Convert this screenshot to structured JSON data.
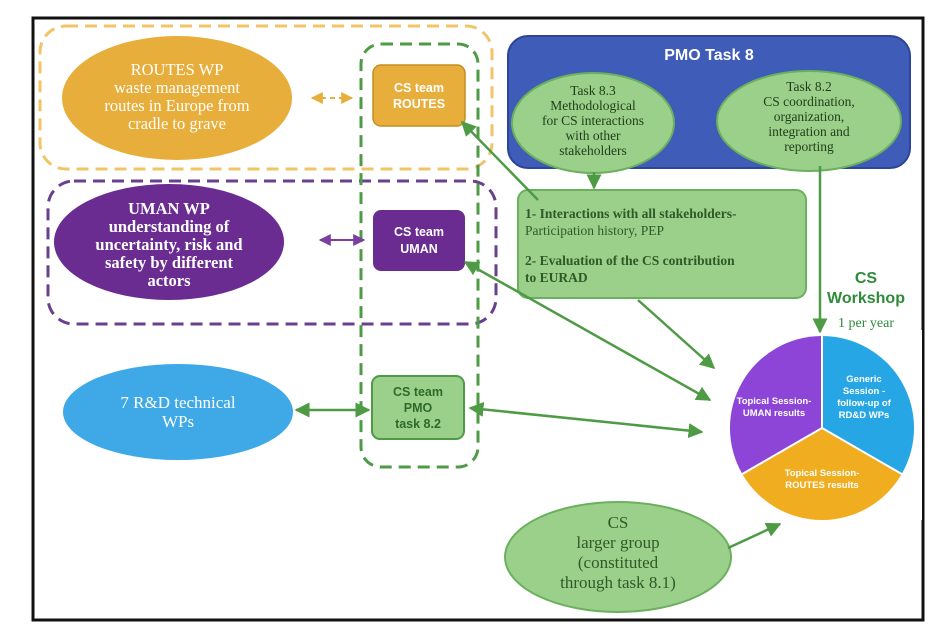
{
  "colors": {
    "frame": "#111111",
    "routes_fill": "#e8ae3c",
    "routes_dash": "#f1c46a",
    "uman_fill": "#6a2c91",
    "uman_dash": "#6a3f8e",
    "rd_fill": "#3fa9e8",
    "pmo_fill": "#3e5cb8",
    "pmo_stroke": "#2c4597",
    "green_fill": "#9bd08a",
    "green_stroke": "#6bb05e",
    "green_dark": "#4e9a45",
    "cs_heading": "#2e8b3a",
    "pie_purple": "#8c45d6",
    "pie_blue": "#27a6e6",
    "pie_orange": "#f0ad1f"
  },
  "routes_wp": {
    "title": "ROUTES WP",
    "lines": [
      "waste management",
      "routes in Europe from",
      "cradle to grave"
    ]
  },
  "uman_wp": {
    "title": "UMAN WP",
    "lines": [
      "understanding of",
      "uncertainty, risk and",
      "safety by different",
      "actors"
    ]
  },
  "rd_wps": {
    "lines": [
      "7 R&D technical",
      "WPs"
    ]
  },
  "cs_team_routes": {
    "lines": [
      "CS team",
      "ROUTES"
    ]
  },
  "cs_team_uman": {
    "lines": [
      "CS team",
      "UMAN"
    ]
  },
  "cs_team_pmo": {
    "lines": [
      "CS team",
      "PMO",
      "task 8.2"
    ]
  },
  "pmo": {
    "title": "PMO Task 8",
    "task83": {
      "title": "Task 8.3",
      "lines": [
        "Methodological",
        "for CS interactions",
        "with other",
        "stakeholders"
      ]
    },
    "task82": {
      "title": "Task 8.2",
      "lines": [
        "CS coordination,",
        "organization,",
        "integration and",
        "reporting"
      ]
    }
  },
  "interactions": {
    "item1_line1": "1- Interactions with all stakeholders-",
    "item1_line2": "Participation history, PEP",
    "item2_line1": "2- Evaluation of the CS contribution",
    "item2_line2": "to EURAD"
  },
  "workshop": {
    "title_line1": "CS",
    "title_line2": "Workshop",
    "frequency": "1 per year",
    "slices": {
      "uman": [
        "Topical Session-",
        "UMAN results"
      ],
      "generic": [
        "Generic",
        "Session -",
        "follow-up of",
        "RD&D WPs"
      ],
      "routes": [
        "Topical Session-",
        "ROUTES results"
      ]
    }
  },
  "cs_group": {
    "lines": [
      "CS",
      "larger group",
      "(constituted",
      "through task 8.1)"
    ]
  }
}
